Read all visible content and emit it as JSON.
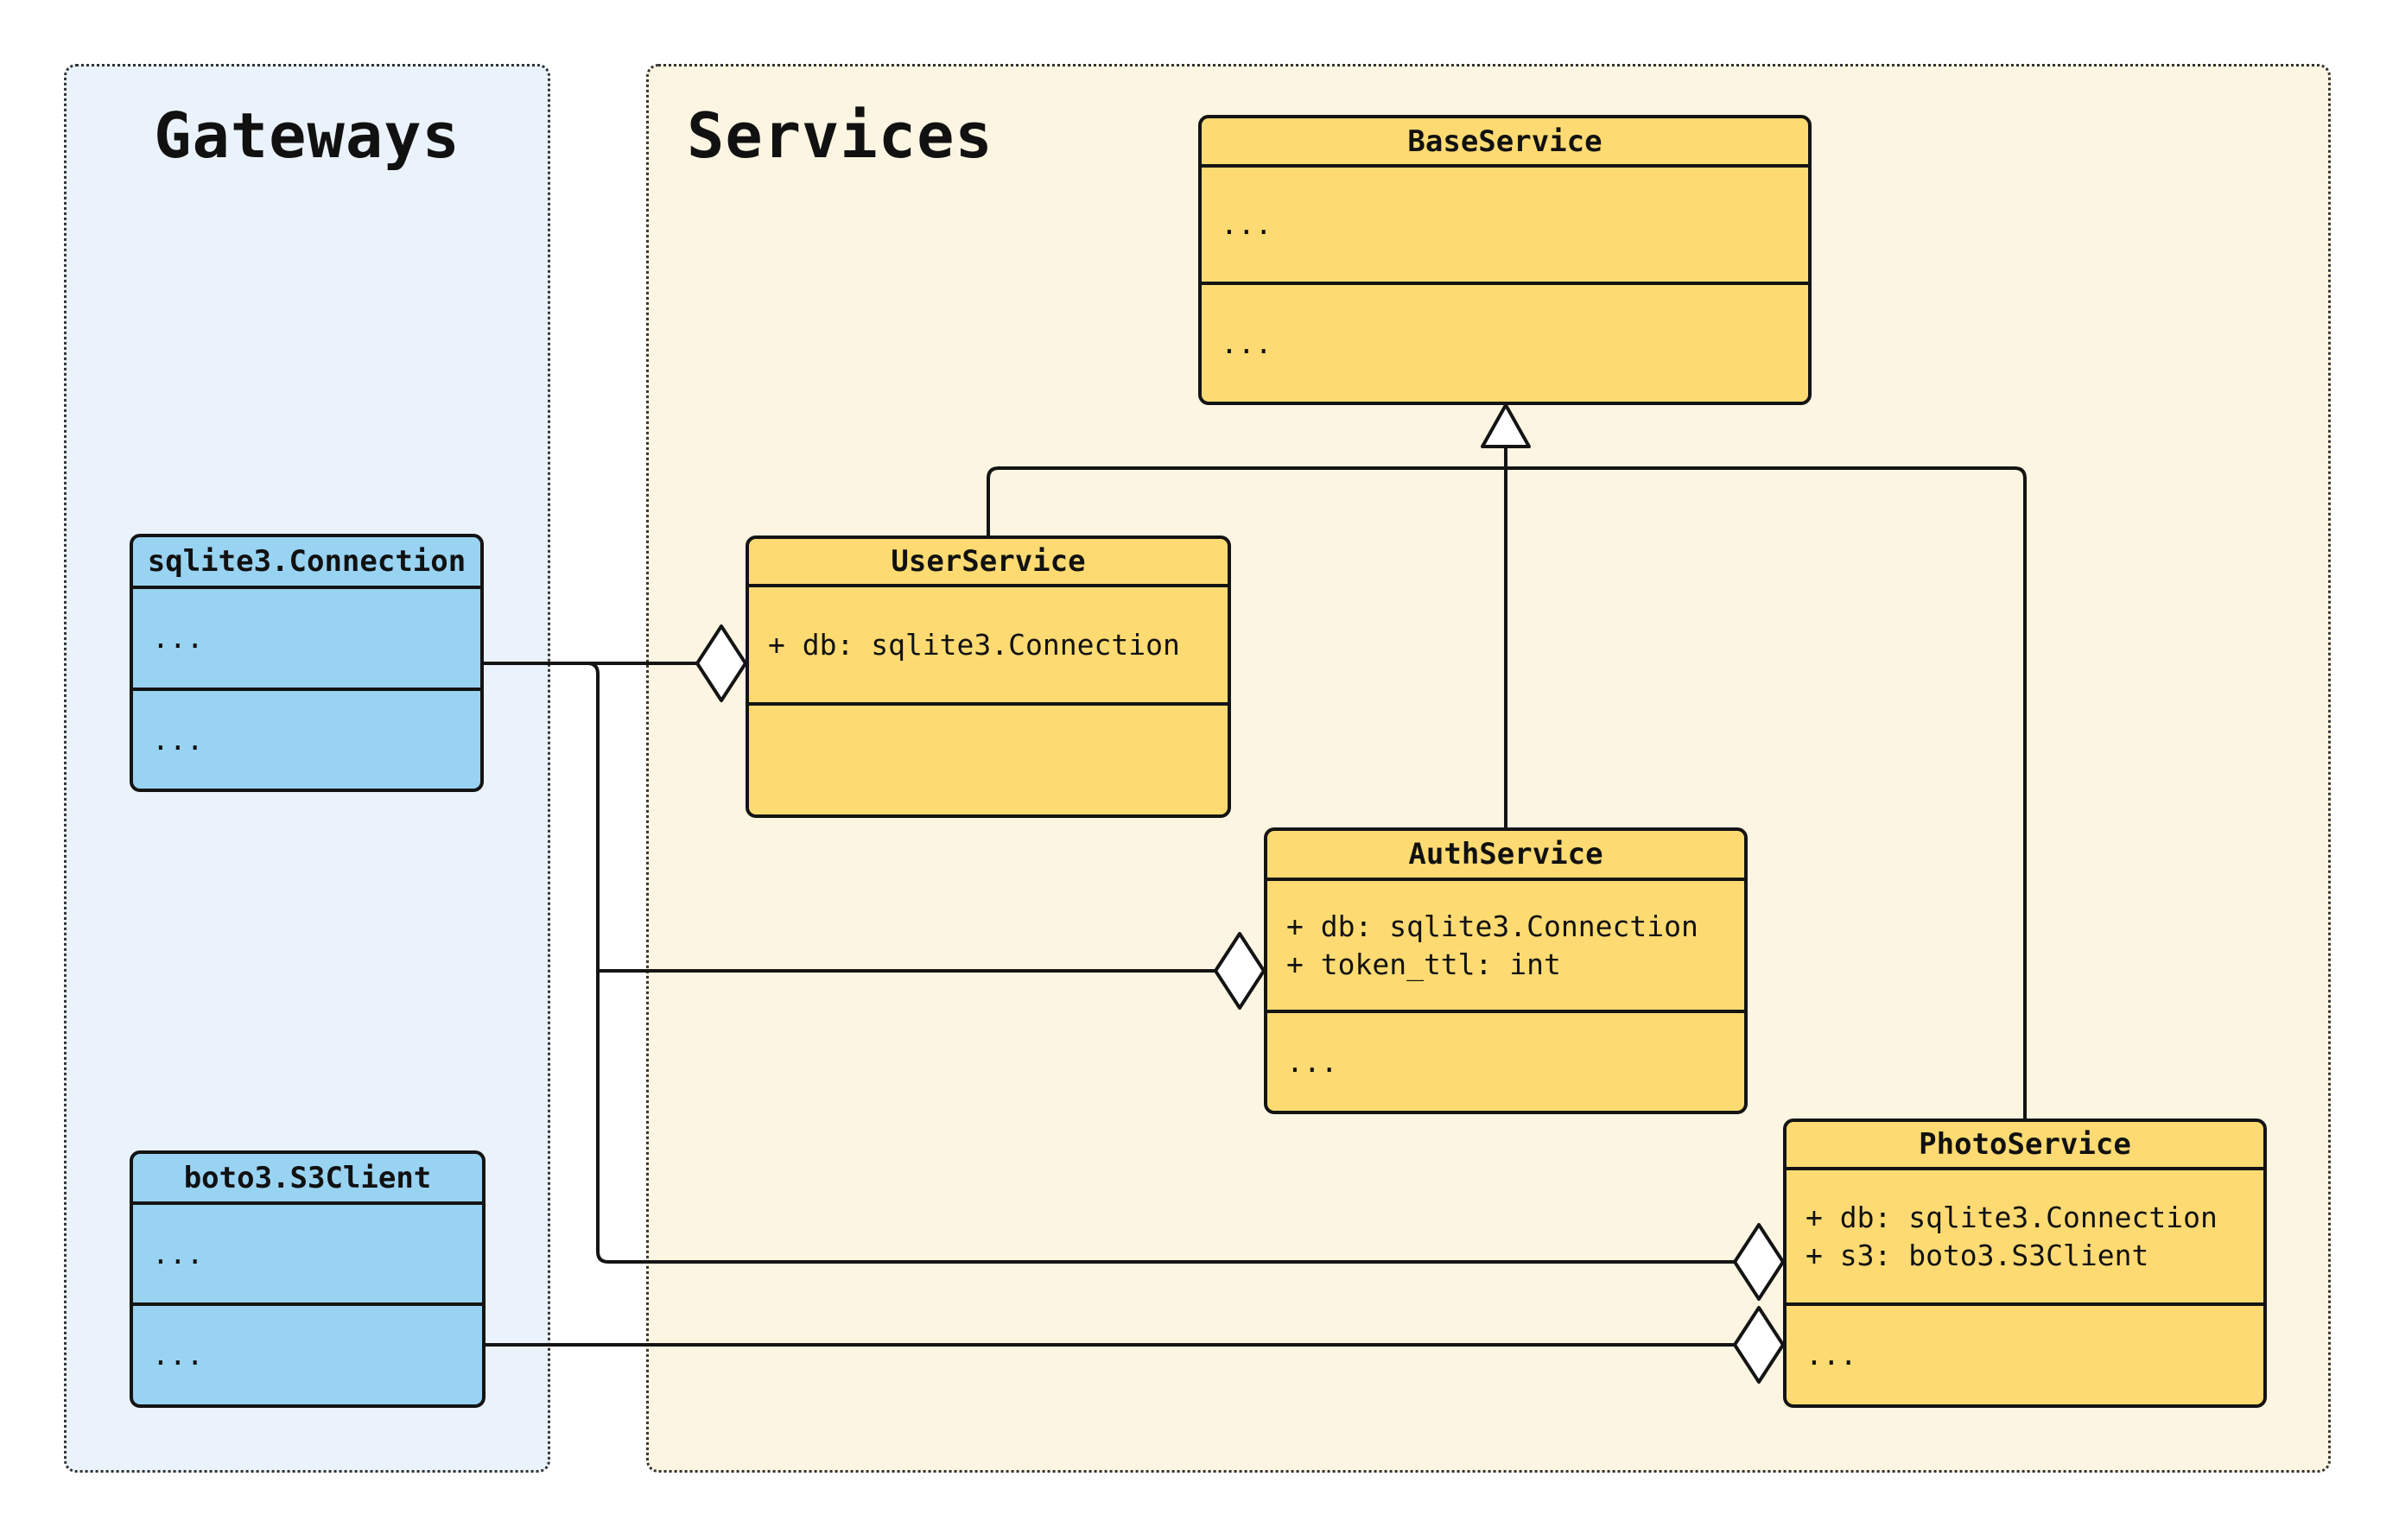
{
  "panels": {
    "gateways": {
      "title": "Gateways"
    },
    "services": {
      "title": "Services"
    }
  },
  "classes": [
    {
      "name": "sqlite3.Connection",
      "attributes": [
        "..."
      ],
      "methods": [
        "..."
      ]
    },
    {
      "name": "boto3.S3Client",
      "attributes": [
        "..."
      ],
      "methods": [
        "..."
      ]
    },
    {
      "name": "BaseService",
      "attributes": [
        "..."
      ],
      "methods": [
        "..."
      ]
    },
    {
      "name": "UserService",
      "attributes": [
        "+ db: sqlite3.Connection"
      ],
      "methods": []
    },
    {
      "name": "AuthService",
      "attributes": [
        "+ db: sqlite3.Connection",
        "+ token_ttl: int"
      ],
      "methods": [
        "..."
      ]
    },
    {
      "name": "PhotoService",
      "attributes": [
        "+ db: sqlite3.Connection",
        "+ s3: boto3.S3Client"
      ],
      "methods": [
        "..."
      ]
    }
  ],
  "relationships": [
    {
      "type": "inheritance",
      "from": "UserService",
      "to": "BaseService"
    },
    {
      "type": "inheritance",
      "from": "AuthService",
      "to": "BaseService"
    },
    {
      "type": "inheritance",
      "from": "PhotoService",
      "to": "BaseService"
    },
    {
      "type": "aggregation",
      "from": "sqlite3.Connection",
      "to": "UserService"
    },
    {
      "type": "aggregation",
      "from": "sqlite3.Connection",
      "to": "AuthService"
    },
    {
      "type": "aggregation",
      "from": "sqlite3.Connection",
      "to": "PhotoService"
    },
    {
      "type": "aggregation",
      "from": "boto3.S3Client",
      "to": "PhotoService"
    }
  ],
  "colors": {
    "class_yellow": "#FEDB72",
    "class_blue": "#99D3F2",
    "panel_gateways_bg": "#EAF2FB",
    "panel_services_bg": "#FCF5E2",
    "stroke": "#141414",
    "panel_border": "#333333"
  }
}
